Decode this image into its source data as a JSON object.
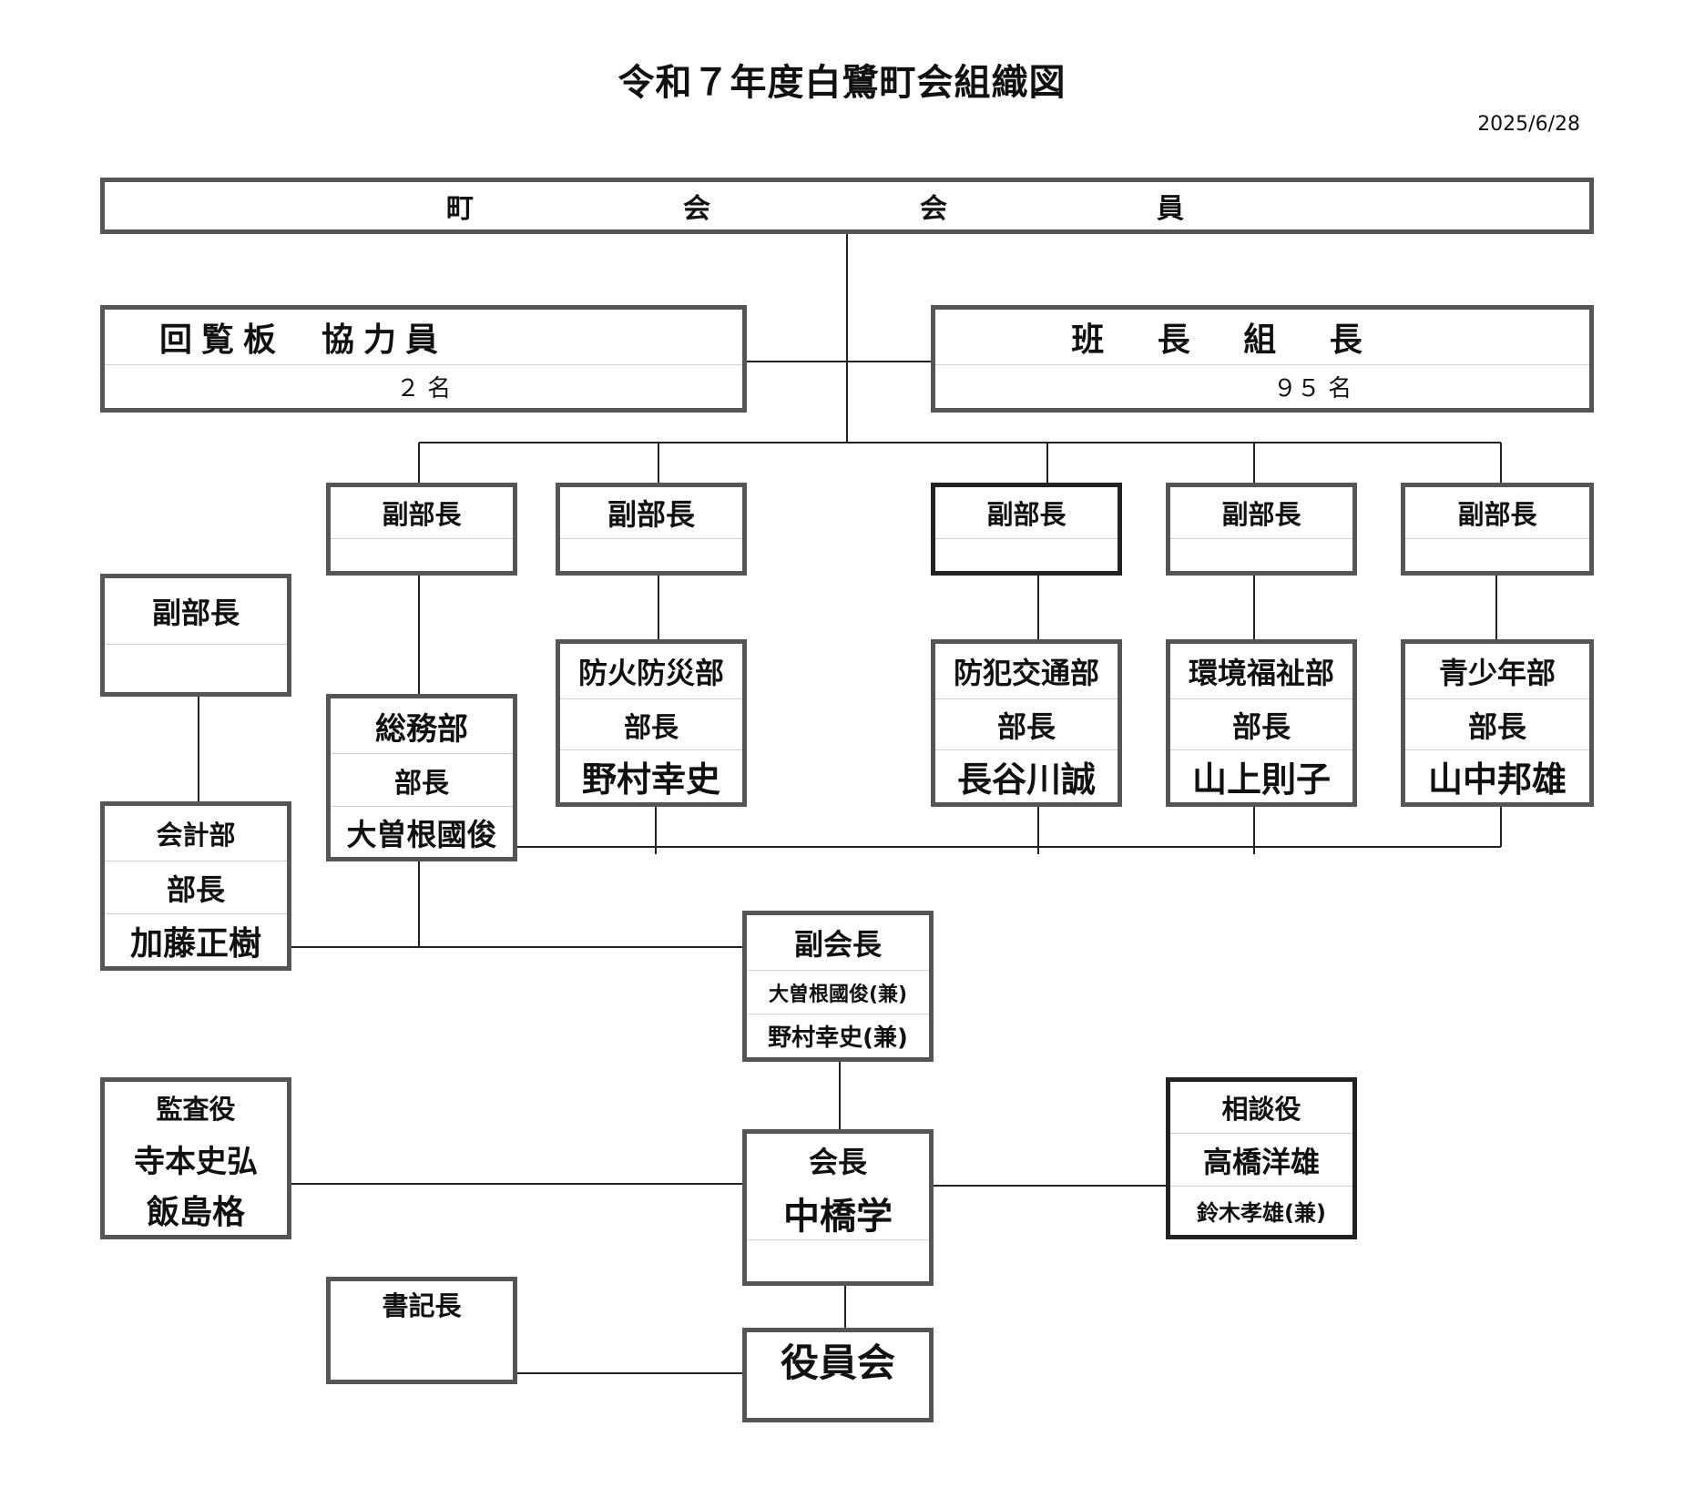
{
  "title": "令和７年度白鷺町会組織図",
  "date": "2025/6/28",
  "members": {
    "label": [
      "町",
      "会",
      "会",
      "員"
    ]
  },
  "kairanban": {
    "title": [
      "回覧板",
      "協力員"
    ],
    "count": "２ 名"
  },
  "hancho": {
    "title": [
      "班",
      "長",
      "組",
      "長"
    ],
    "count": "９５ 名"
  },
  "vice_heads": {
    "somu": "副部長",
    "bouka": "副部長",
    "bouhan": "副部長",
    "kankyo": "副部長",
    "seishonen": "副部長",
    "kaikei": "副部長"
  },
  "departments": {
    "somu": {
      "name": "総務部",
      "role": "部長",
      "person": "大曽根國俊"
    },
    "bouka": {
      "name": "防火防災部",
      "role": "部長",
      "person": "野村幸史"
    },
    "bouhan": {
      "name": "防犯交通部",
      "role": "部長",
      "person": "長谷川誠"
    },
    "kankyo": {
      "name": "環境福祉部",
      "role": "部長",
      "person": "山上則子"
    },
    "seishonen": {
      "name": "青少年部",
      "role": "部長",
      "person": "山中邦雄"
    },
    "kaikei": {
      "name": "会計部",
      "role": "部長",
      "person": "加藤正樹"
    }
  },
  "vice_chair": {
    "title": "副会長",
    "person1": "大曽根國俊(兼)",
    "person2": "野村幸史(兼)"
  },
  "auditor": {
    "title": "監査役",
    "person1": "寺本史弘",
    "person2": "飯島格"
  },
  "chair": {
    "title": "会長",
    "person": "中橋学"
  },
  "advisor": {
    "title": "相談役",
    "person1": "高橋洋雄",
    "person2": "鈴木孝雄(兼)"
  },
  "secretary": {
    "title": "書記長"
  },
  "board": {
    "title": "役員会"
  }
}
